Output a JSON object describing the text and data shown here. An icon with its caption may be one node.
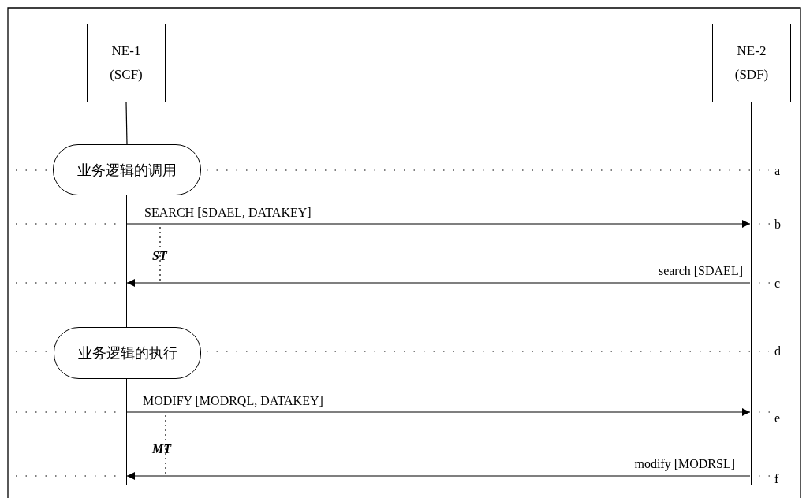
{
  "diagram": {
    "nodes": [
      {
        "text": [
          "NE-1 (SCF)"
        ]
      },
      {
        "text": [
          "NE-2 (SDF)"
        ]
      },
      {
        "text": [
          "业务逻辑的调用"
        ]
      },
      {
        "text": [
          "业务逻辑的执行"
        ]
      },
      {
        "text": [],
        "shape": "line"
      },
      {
        "text": [],
        "shape": "line"
      },
      {
        "text": [],
        "shape": "line"
      }
    ],
    "edges": [
      {
        "from": 0,
        "to": 2,
        "arrow": "none"
      },
      {
        "from": 4,
        "to": 6,
        "arrow": "to",
        "label": "SEARCH [SDAEL, DATAKEY]"
      },
      {
        "from": 6,
        "to": 4,
        "arrow": "to",
        "label": "search [SDAEL]"
      },
      {
        "from": 5,
        "to": 6,
        "arrow": "to",
        "label": "MODIFY [MODRQL, DATAKEY]"
      },
      {
        "from": 6,
        "to": 5,
        "arrow": "to",
        "label": "modify [MODRSL]"
      }
    ],
    "labels": [
      "a",
      "b",
      "ST",
      "c",
      "d",
      "e",
      "MT",
      "f"
    ]
  }
}
